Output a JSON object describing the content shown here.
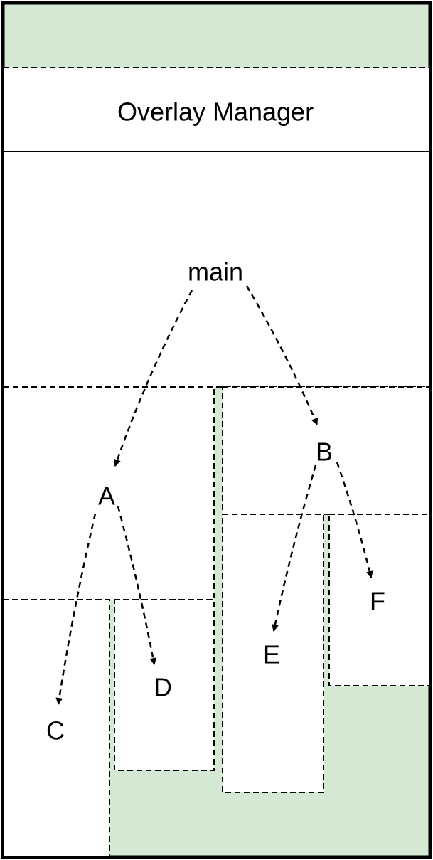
{
  "colors": {
    "background": "#d5e8d4",
    "panel": "#ffffff",
    "line": "#000000"
  },
  "labels": {
    "overlay_manager": "Overlay Manager",
    "main": "main",
    "a": "A",
    "b": "B",
    "c": "C",
    "d": "D",
    "e": "E",
    "f": "F"
  },
  "edges": [
    {
      "from": "main",
      "to": "A"
    },
    {
      "from": "main",
      "to": "B"
    },
    {
      "from": "A",
      "to": "C"
    },
    {
      "from": "A",
      "to": "D"
    },
    {
      "from": "B",
      "to": "E"
    },
    {
      "from": "B",
      "to": "F"
    }
  ]
}
